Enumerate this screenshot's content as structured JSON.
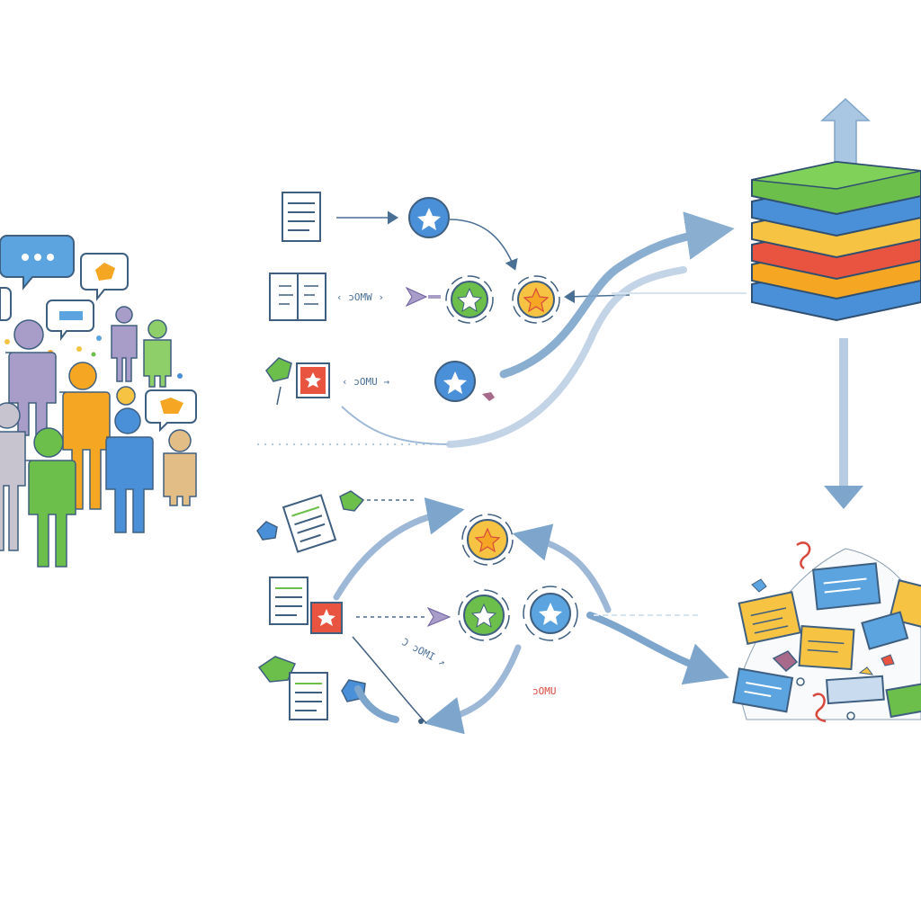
{
  "labels": {
    "top_row_2": "‹ ɔOMW ›",
    "top_row_3": "‹ ɔOMU →",
    "bottom_curve": "Ɔ ɔOMI ↗",
    "bottom_right": "ɔOMU"
  },
  "icons": {
    "person": "person-icon",
    "chat": "chat-bubble-icon",
    "document": "document-icon",
    "book": "open-book-icon",
    "star_badge": "star-badge-icon",
    "layers": "layer-stack-icon",
    "notes": "scattered-notes-icon"
  },
  "colors": {
    "arrow": "#7ea6cc",
    "blue": "#4a90d9",
    "green": "#6dbf4b",
    "orange": "#f5a623",
    "red": "#e8543f",
    "purple": "#a89cc8",
    "yellow": "#f6c343",
    "tan": "#e2bd85",
    "ink": "#3f5f80"
  }
}
